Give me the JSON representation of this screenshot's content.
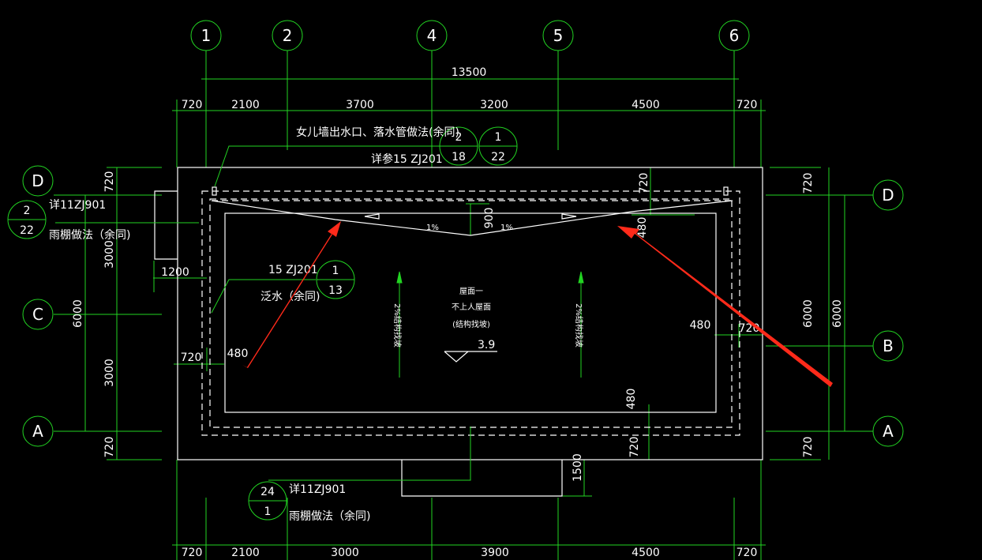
{
  "grid_top": [
    "1",
    "2",
    "4",
    "5",
    "6"
  ],
  "grid_left": [
    "D",
    "C",
    "A"
  ],
  "grid_right": [
    "D",
    "B",
    "A"
  ],
  "dims": {
    "overall_top": "13500",
    "top_segments": [
      "720",
      "2100",
      "3700",
      "3200",
      "4500",
      "720"
    ],
    "bottom_segments": [
      "720",
      "2100",
      "3000",
      "3900",
      "4500",
      "720"
    ],
    "left_outer": "6000",
    "left_inner": [
      "720",
      "3000",
      "3000",
      "720"
    ],
    "right_outer": "6000",
    "right_outer2": "6000",
    "right_inner": [
      "720",
      "720"
    ],
    "canopy_left": "1200",
    "canopy_bottom": "1500",
    "inner_720_top": "720",
    "inner_480_right": "480",
    "inner_900": "900",
    "inner_480_bottom": "480",
    "inner_720_bottom": "720",
    "left_720": "720",
    "left_480": "480",
    "right_480": "480",
    "right_720": "720"
  },
  "notes": {
    "parapet": "女儿墙出水口、落水管做法(余同)",
    "parapet_ref": "详参15 ZJ201",
    "ref_2_18": [
      "2",
      "18"
    ],
    "ref_1_22": [
      "1",
      "22"
    ],
    "canopy_left_ref": "详11ZJ901",
    "canopy_left_note": "雨棚做法（余同)",
    "ref_2_22": [
      "2",
      "22"
    ],
    "flashing_ref": "15 ZJ201",
    "flashing_note": "泛水（余同)",
    "ref_1_13": [
      "1",
      "13"
    ],
    "canopy_bottom_ref": "详11ZJ901",
    "canopy_bottom_note": "雨棚做法（余同)",
    "ref_24_1": [
      "24",
      "1"
    ]
  },
  "roof": {
    "title": "屋面一",
    "subtitle": "不上人屋面",
    "note": "(结构找坡)",
    "elevation": "3.9",
    "slope_1": "1%",
    "slope_2": "1%",
    "slope_left": "2%结构找坡",
    "slope_right": "2%结构找坡"
  },
  "colors": {
    "line": "#22d422",
    "wall": "#ffffff",
    "arrow": "#ff2a1a",
    "bg": "#000000"
  }
}
